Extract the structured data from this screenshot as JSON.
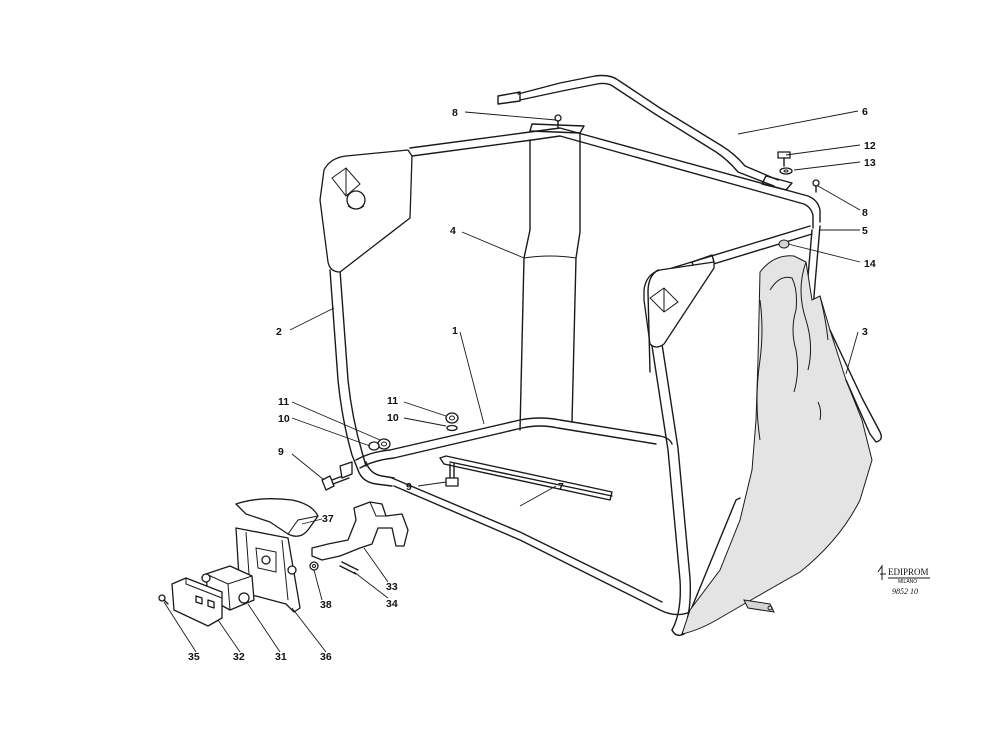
{
  "callouts": [
    {
      "id": "c8a",
      "label": "8"
    },
    {
      "id": "c6",
      "label": "6"
    },
    {
      "id": "c12",
      "label": "12"
    },
    {
      "id": "c13",
      "label": "13"
    },
    {
      "id": "c8b",
      "label": "8"
    },
    {
      "id": "c5",
      "label": "5"
    },
    {
      "id": "c14",
      "label": "14"
    },
    {
      "id": "c4",
      "label": "4"
    },
    {
      "id": "c3",
      "label": "3"
    },
    {
      "id": "c2",
      "label": "2"
    },
    {
      "id": "c1",
      "label": "1"
    },
    {
      "id": "c11a",
      "label": "11"
    },
    {
      "id": "c10a",
      "label": "10"
    },
    {
      "id": "c11b",
      "label": "11"
    },
    {
      "id": "c10b",
      "label": "10"
    },
    {
      "id": "c9a",
      "label": "9"
    },
    {
      "id": "c9b",
      "label": "9"
    },
    {
      "id": "c7",
      "label": "7"
    },
    {
      "id": "c37",
      "label": "37"
    },
    {
      "id": "c33",
      "label": "33"
    },
    {
      "id": "c34",
      "label": "34"
    },
    {
      "id": "c38",
      "label": "38"
    },
    {
      "id": "c35",
      "label": "35"
    },
    {
      "id": "c32",
      "label": "32"
    },
    {
      "id": "c31",
      "label": "31"
    },
    {
      "id": "c36",
      "label": "36"
    }
  ],
  "logo": {
    "name": "EDIPROM",
    "city": "MILANO",
    "code": "9852 10"
  }
}
